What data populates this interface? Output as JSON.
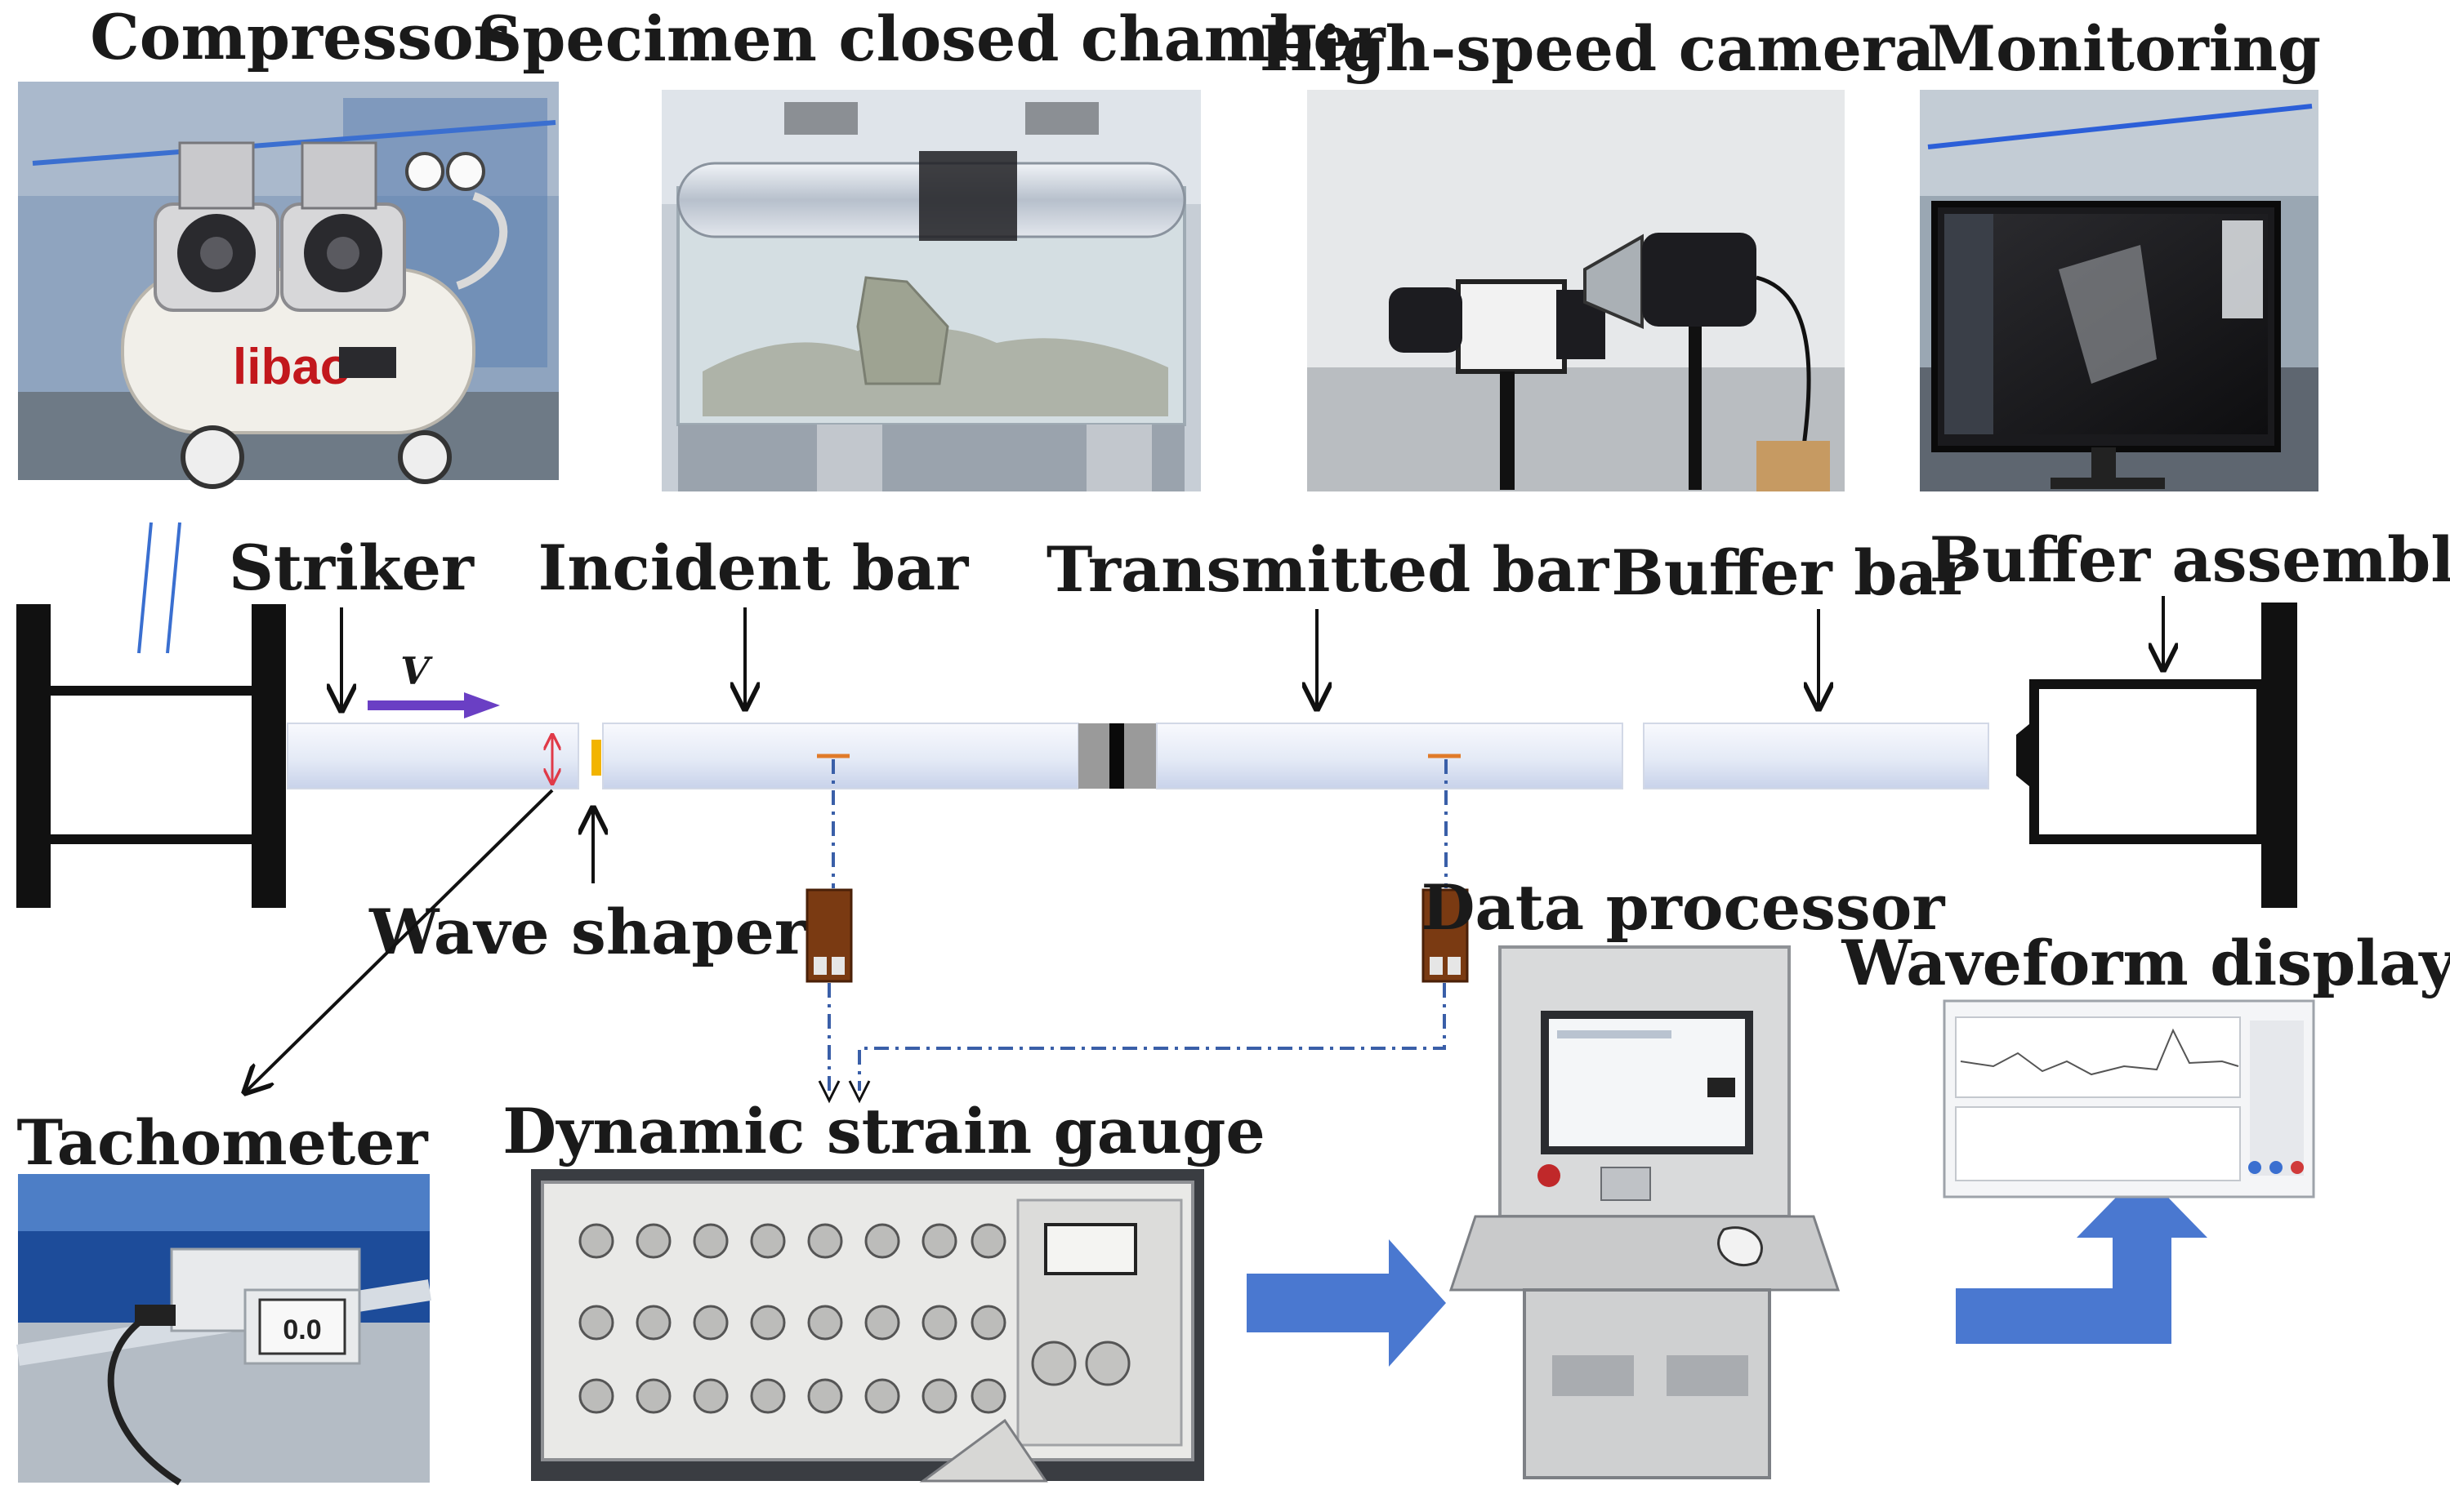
{
  "photos": {
    "compressor": {
      "label": "Compressor",
      "brand": "libao"
    },
    "chamber": {
      "label": "Specimen closed chamber"
    },
    "camera": {
      "label": "High-speed camera"
    },
    "monitoring": {
      "label": "Monitoring"
    },
    "tachometer": {
      "label": "Tachometer",
      "readout": "0.0"
    },
    "strain_gauge": {
      "label": "Dynamic strain gauge"
    },
    "data_processor": {
      "label": "Data processor"
    },
    "waveform": {
      "label": "Waveform display"
    }
  },
  "apparatus": {
    "striker": "Striker",
    "velocity": "V",
    "incident_bar": "Incident bar",
    "transmitted_bar": "Transmitted bar",
    "buffer_bar": "Buffer bar",
    "buffer_assembly": "Buffer assembly",
    "wave_shaper": "Wave shaper"
  },
  "colors": {
    "bar_fill": "#e4eaf6",
    "velocity_arrow": "#6a3fc4",
    "flow_arrow": "#4a78d0",
    "signal_line": "#3a5fa8",
    "gauge_mark": "#e07b2a",
    "shaper": "#f2b400",
    "tachometer_beam": "#e03a48"
  }
}
